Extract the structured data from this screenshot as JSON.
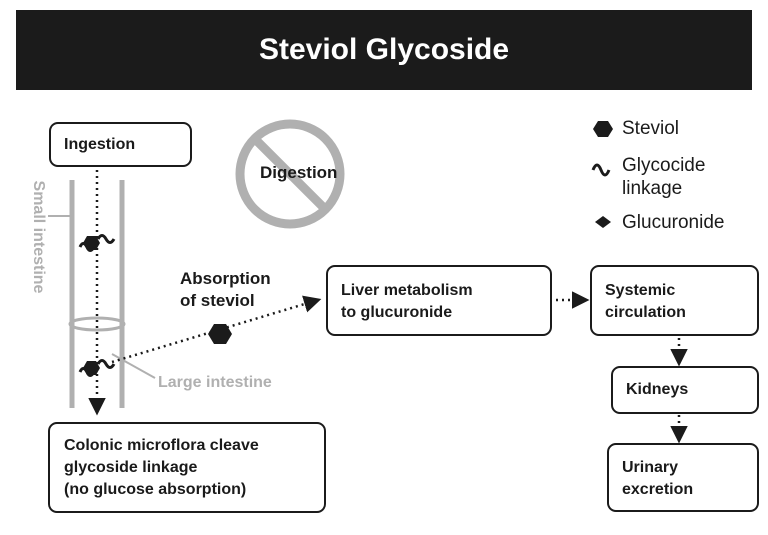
{
  "title": "Steviol Glycoside",
  "legend": [
    {
      "icon": "steviol-hexagon",
      "label": "Steviol"
    },
    {
      "icon": "glycoside-linkage-squiggle",
      "label": "Glycocide\nlinkage"
    },
    {
      "icon": "glucuronide-diamond",
      "label": "Glucuronide"
    }
  ],
  "nodes": {
    "ingestion": "Ingestion",
    "digestion": "Digestion",
    "small_intestine": "Small intestine",
    "large_intestine": "Large intestine",
    "absorption": "Absorption\nof steviol",
    "colonic": "Colonic microflora cleave\nglycoside linkage\n(no glucose absorption)",
    "liver": "Liver metabolism\nto glucuronide",
    "systemic": "Systemic\ncirculation",
    "kidneys": "Kidneys",
    "urinary": "Urinary\nexcretion"
  },
  "colors": {
    "dark": "#1b1b1b",
    "gray": "#b0b0b0",
    "white": "#ffffff"
  }
}
